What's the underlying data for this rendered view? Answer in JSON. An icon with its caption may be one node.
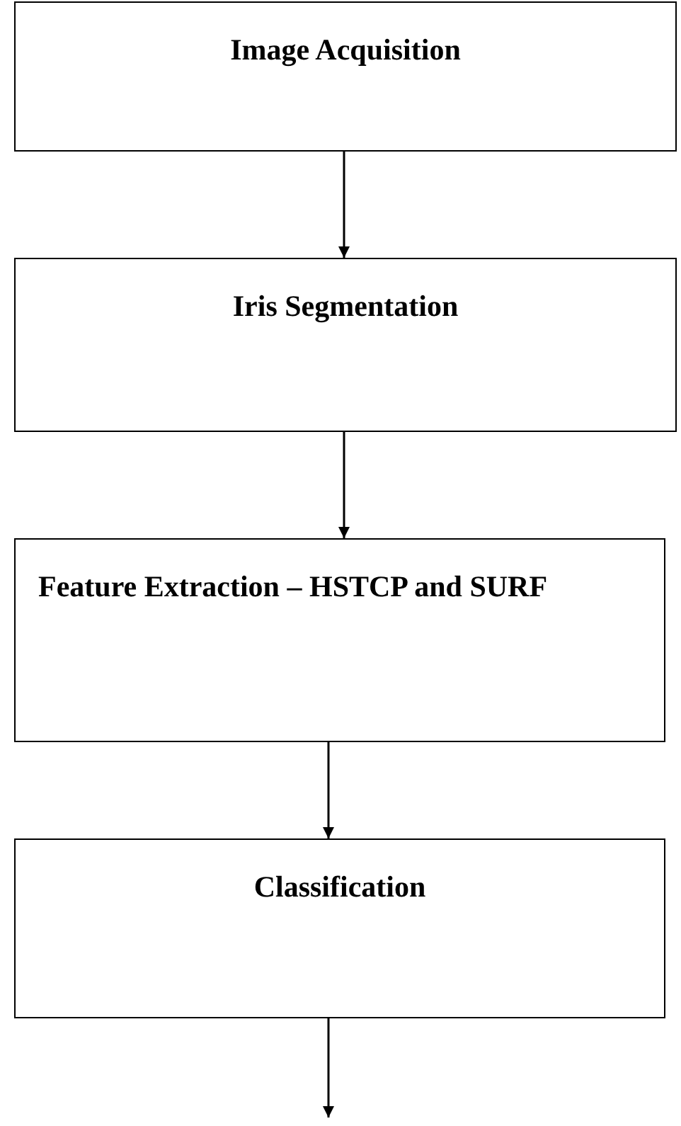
{
  "diagram": {
    "nodes": [
      {
        "text": [
          "Image Acquisition"
        ]
      },
      {
        "text": [
          "Iris Segmentation"
        ]
      },
      {
        "text": [
          "Feature Extraction – HSTCP and SURF"
        ]
      },
      {
        "text": [
          "Classification"
        ]
      }
    ],
    "edges": [
      {
        "from": 0,
        "to": 1,
        "arrow": "to"
      },
      {
        "from": 1,
        "to": 2,
        "arrow": "to"
      },
      {
        "from": 2,
        "to": 3,
        "arrow": "to"
      },
      {
        "from": 3,
        "to": null,
        "arrow": "to"
      }
    ]
  }
}
